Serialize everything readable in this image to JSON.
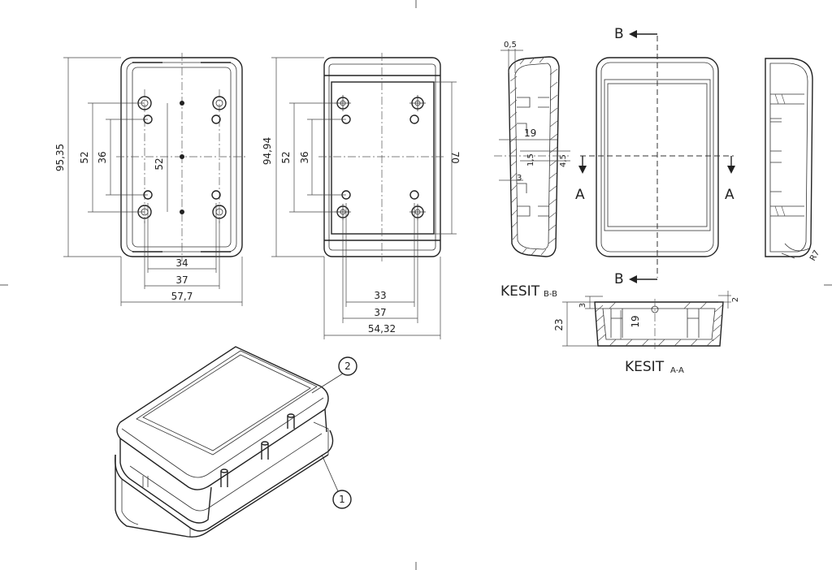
{
  "bottom_view": {
    "height": "95,35",
    "outer_52": "52",
    "inner_36": "36",
    "center_52": "52",
    "w34": "34",
    "w37": "37",
    "width": "57,7"
  },
  "top_view": {
    "height": "94,94",
    "outer_52": "52",
    "inner_36": "36",
    "h70": "70",
    "w33": "33",
    "w37": "37",
    "width": "54,32"
  },
  "section_bb": {
    "wall_0_5": "0,5",
    "d19": "19",
    "d1_5": "1,5",
    "d4_5": "4,5",
    "d3": "3",
    "title": "KESIT",
    "subscript": "B-B"
  },
  "front_view": {
    "cut_b": "B",
    "cut_a": "A"
  },
  "section_aa": {
    "h23": "23",
    "h3": "3",
    "h19": "19",
    "h2": "2",
    "title": "KESIT",
    "subscript": "A-A"
  },
  "side_view": {
    "radius": "R7"
  },
  "iso_view": {
    "balloon_1": "1",
    "balloon_2": "2"
  }
}
